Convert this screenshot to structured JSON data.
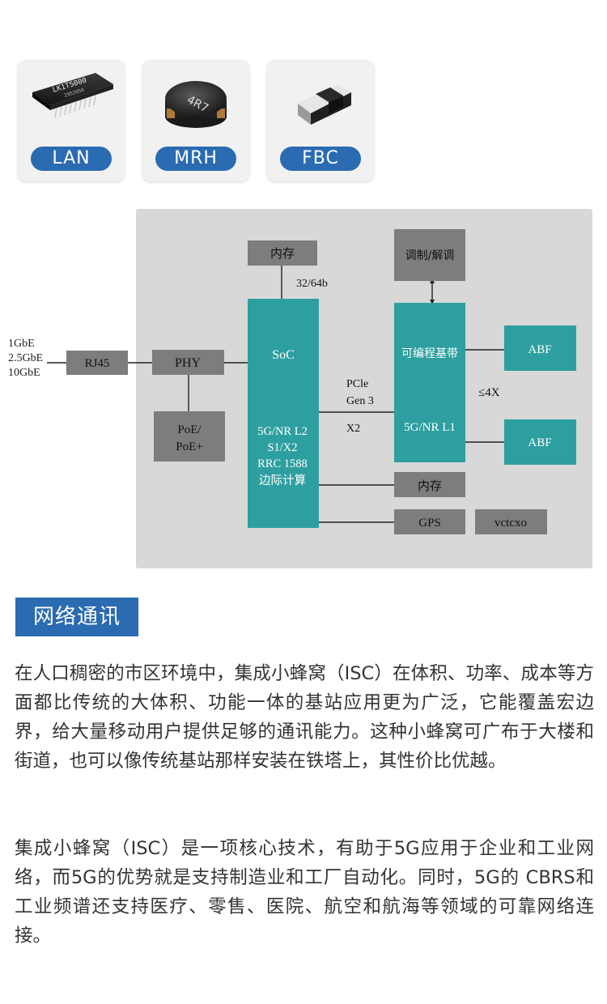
{
  "products": [
    {
      "label": "LAN",
      "icon": "lan-transformer-icon"
    },
    {
      "label": "MRH",
      "icon": "power-inductor-icon"
    },
    {
      "label": "FBC",
      "icon": "ferrite-bead-chip-icon"
    }
  ],
  "diagram": {
    "eth_speeds": [
      "1GbE",
      "2.5GbE",
      "10GbE"
    ],
    "rj45": "RJ45",
    "phy": "PHY",
    "poe": [
      "PoE/",
      "PoE+"
    ],
    "mem_top": "内存",
    "bus_width": "32/64b",
    "soc_title": "SoC",
    "soc_lines": [
      "5G/NR L2",
      "S1/X2",
      "RRC 1588",
      "边际计算"
    ],
    "pcie_lines": [
      "PCle",
      "Gen 3"
    ],
    "x2": "X2",
    "modem": "调制/解调",
    "baseband_title": "可编程基带",
    "baseband_sub": "5G/NR L1",
    "abf": "ABF",
    "multiplier": "≤4X",
    "mem_bottom": "内存",
    "gps": "GPS",
    "vctcxo": "vctcxo"
  },
  "section": {
    "heading": "网络通讯",
    "paragraph1": "在人口稠密的市区环境中，集成小蜂窝（ISC）在体积、功率、成本等方面都比传统的大体积、功能一体的基站应用更为广泛，它能覆盖宏边界，给大量移动用户提供足够的通讯能力。这种小蜂窝可广布于大楼和街道，也可以像传统基站那样安装在铁塔上，其性价比优越。",
    "paragraph2": "集成小蜂窝（ISC）是一项核心技术，有助于5G应用于企业和工业网络，而5G的优势就是支持制造业和工厂自动化。同时，5G的 CBRS和工业频谱还支持医疗、零售、医院、航空和航海等领域的可靠网络连接。"
  },
  "colors": {
    "accent_blue": "#2a6bb1",
    "teal": "#2e9fa0",
    "gray_box": "#7d7d7d",
    "panel": "#d8d8d8"
  }
}
